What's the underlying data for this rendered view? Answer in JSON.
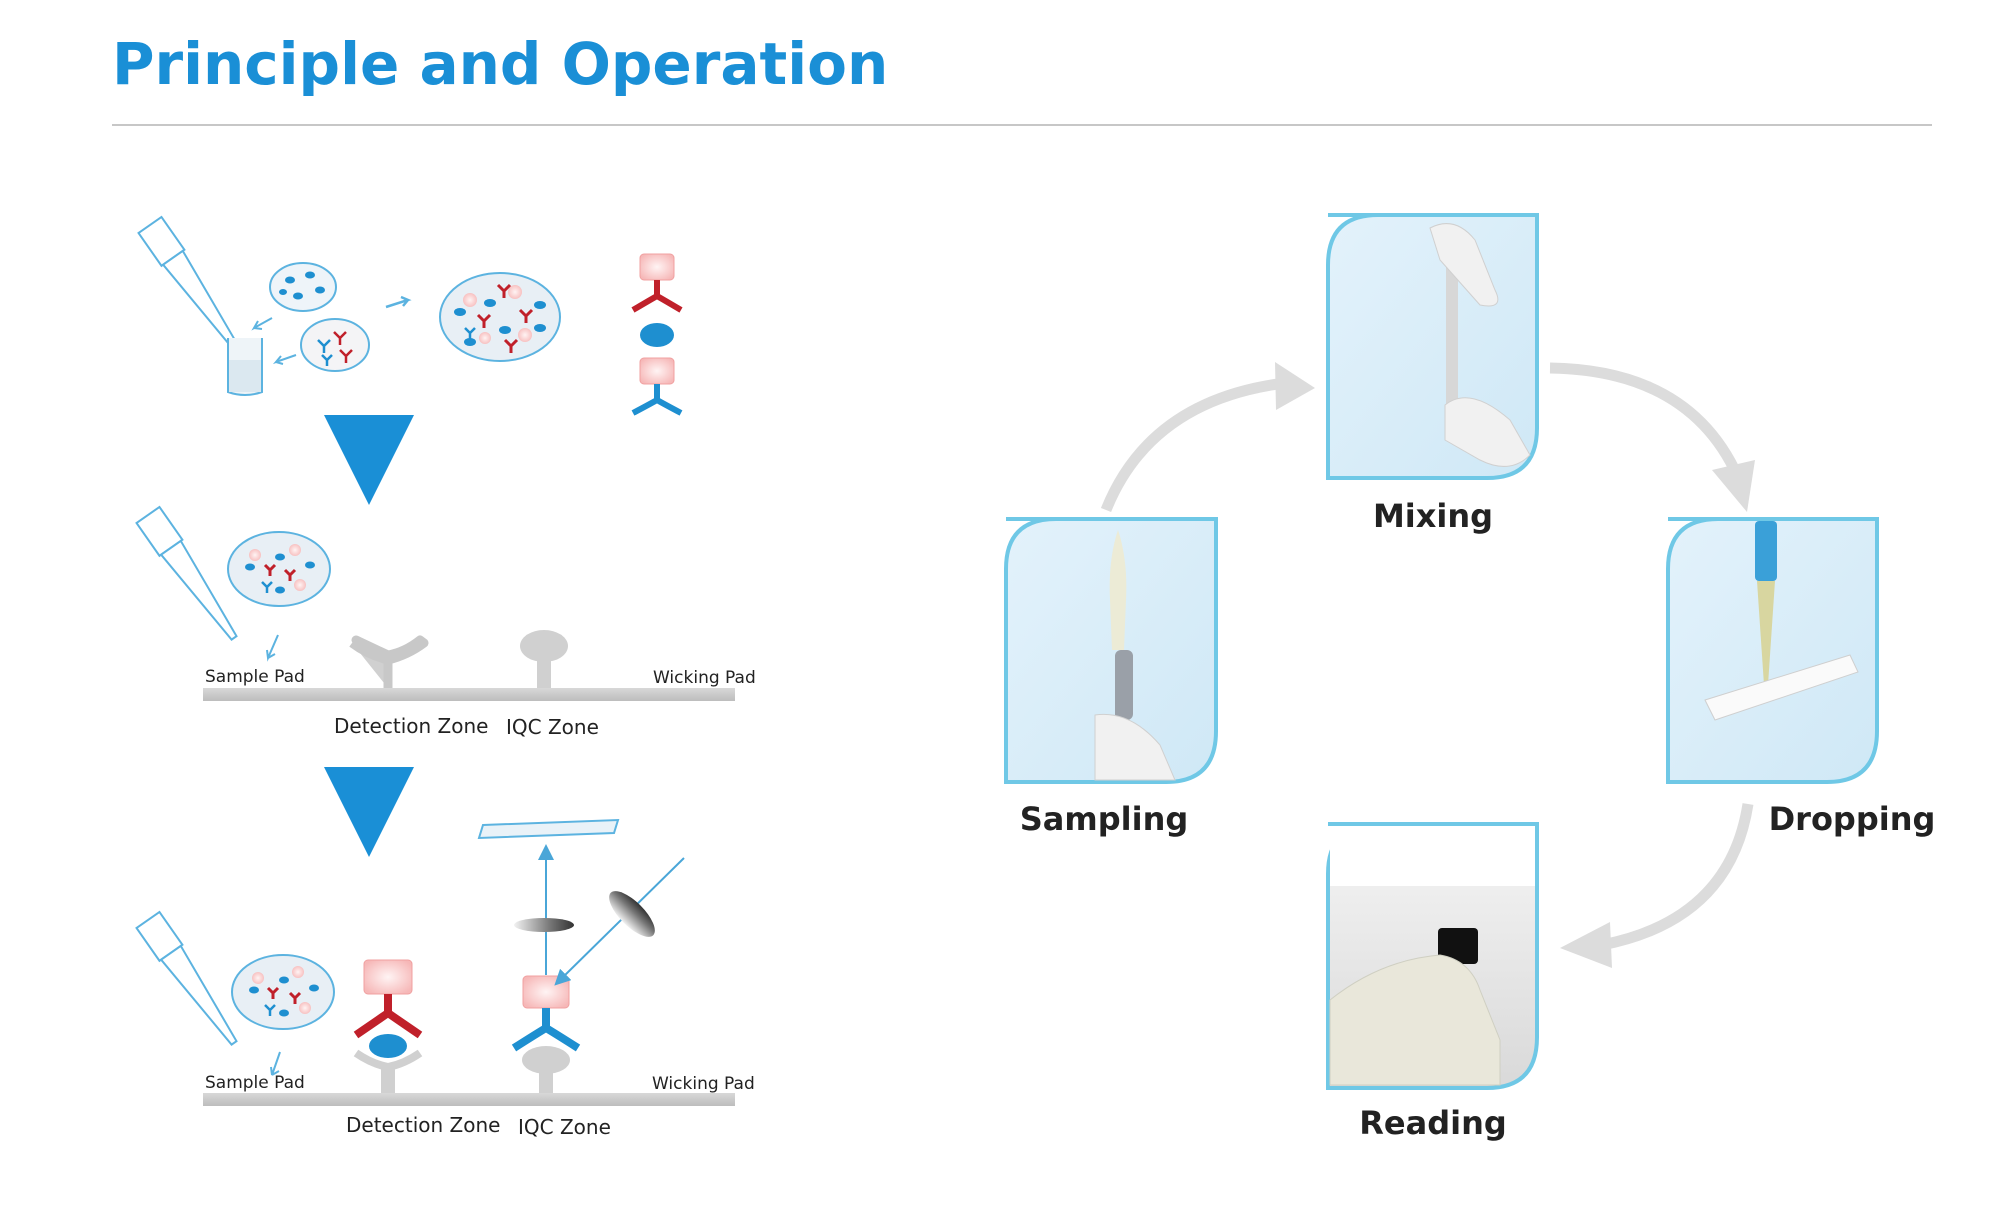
{
  "title": "Principle and Operation",
  "principle": {
    "stage2": {
      "sample_pad": "Sample Pad",
      "wicking_pad": "Wicking Pad",
      "detection_zone": "Detection Zone",
      "iqc_zone": "IQC Zone"
    },
    "stage3": {
      "sample_pad": "Sample Pad",
      "wicking_pad": "Wicking Pad",
      "detection_zone": "Detection Zone",
      "iqc_zone": "IQC Zone"
    }
  },
  "operation": {
    "steps": [
      "Mixing",
      "Dropping",
      "Reading",
      "Sampling"
    ]
  },
  "colors": {
    "title_blue": "#1a8fd6",
    "arrow_blue": "#1a8fd6",
    "antibody_red": "#c0202a",
    "antibody_blue": "#1e8fd0",
    "photo_border": "#6fc8e6",
    "cycle_arrow": "#dcdcdc"
  }
}
